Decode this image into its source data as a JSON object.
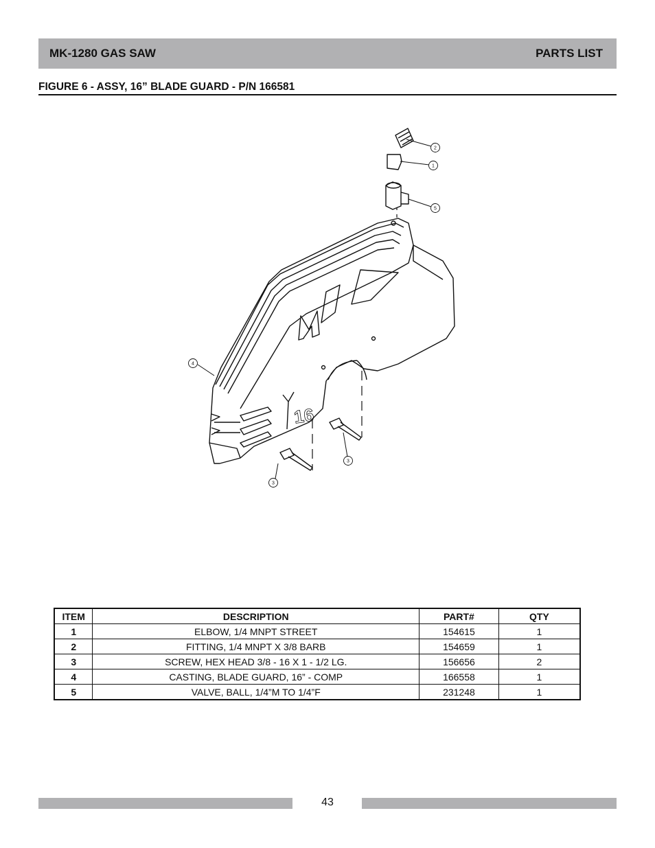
{
  "header": {
    "left_title": "MK-1280 GAS SAW",
    "right_title": "PARTS LIST"
  },
  "figure": {
    "title": "FIGURE 6  - ASSY, 16” BLADE GUARD - P/N 166581",
    "callouts": [
      "2",
      "1",
      "5",
      "4",
      "3",
      "3"
    ],
    "casting_text": [
      "MK",
      "16"
    ]
  },
  "table": {
    "headers": [
      "ITEM",
      "DESCRIPTION",
      "PART#",
      "QTY"
    ],
    "rows": [
      [
        "1",
        "ELBOW, 1/4 MNPT STREET",
        "154615",
        "1"
      ],
      [
        "2",
        "FITTING, 1/4 MNPT X 3/8 BARB",
        "154659",
        "1"
      ],
      [
        "3",
        "SCREW, HEX HEAD 3/8 - 16 X 1 - 1/2 LG.",
        "156656",
        "2"
      ],
      [
        "4",
        "CASTING, BLADE GUARD, 16” - COMP",
        "166558",
        "1"
      ],
      [
        "5",
        "VALVE, BALL, 1/4”M TO 1/4”F",
        "231248",
        "1"
      ]
    ]
  },
  "footer": {
    "page_number": "43"
  }
}
